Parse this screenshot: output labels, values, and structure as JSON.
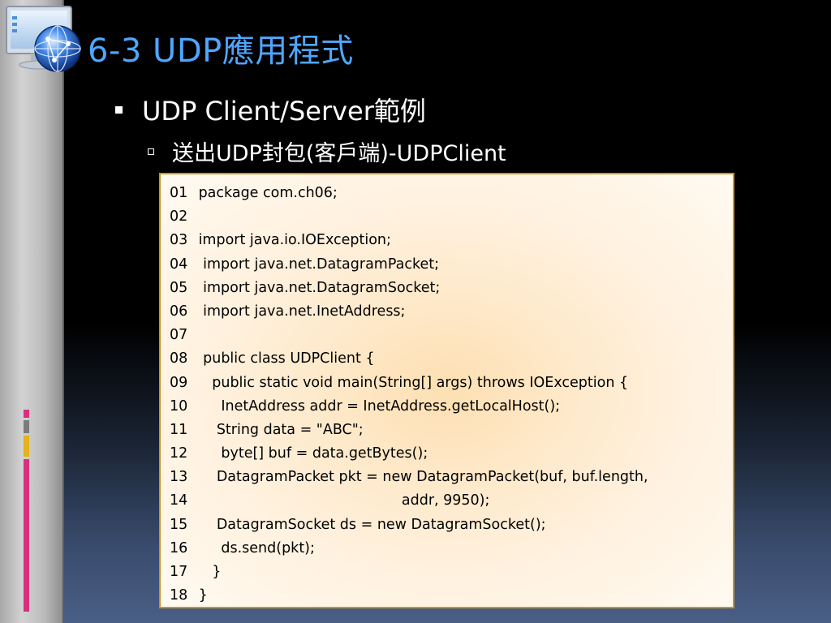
{
  "title": "6-3 UDP應用程式",
  "bullet_1": "UDP Client/Server範例",
  "bullet_2": "送出UDP封包(客戶端)-UDPClient",
  "code": [
    {
      "num": "01",
      "text": " package com.ch06;"
    },
    {
      "num": "02",
      "text": ""
    },
    {
      "num": "03",
      "text": " import java.io.IOException;"
    },
    {
      "num": "04",
      "text": "  import java.net.DatagramPacket;"
    },
    {
      "num": "05",
      "text": "  import java.net.DatagramSocket;"
    },
    {
      "num": "06",
      "text": "  import java.net.InetAddress;"
    },
    {
      "num": "07",
      "text": ""
    },
    {
      "num": "08",
      "text": "  public class UDPClient {"
    },
    {
      "num": "09",
      "text": "    public static void main(String[] args) throws IOException {"
    },
    {
      "num": "10",
      "text": "      InetAddress addr = InetAddress.getLocalHost();"
    },
    {
      "num": "11",
      "text": "     String data = \"ABC\";"
    },
    {
      "num": "12",
      "text": "      byte[] buf = data.getBytes();"
    },
    {
      "num": "13",
      "text": "     DatagramPacket pkt = new DatagramPacket(buf, buf.length,"
    },
    {
      "num": "14",
      "text": "                                              addr, 9950);"
    },
    {
      "num": "15",
      "text": "     DatagramSocket ds = new DatagramSocket();"
    },
    {
      "num": "16",
      "text": "      ds.send(pkt);"
    },
    {
      "num": "17",
      "text": "    }"
    },
    {
      "num": "18",
      "text": " }"
    }
  ],
  "icons": {
    "logo": "globe-monitor-icon",
    "bullet_1": "square-bullet-icon",
    "bullet_2": "hollow-square-bullet-icon"
  },
  "colors": {
    "title": "#4fa6ff",
    "code_border": "#c9971e",
    "code_background": "#fde0b3",
    "accent_pink": "#d6317e",
    "accent_gold": "#e4b21c"
  }
}
